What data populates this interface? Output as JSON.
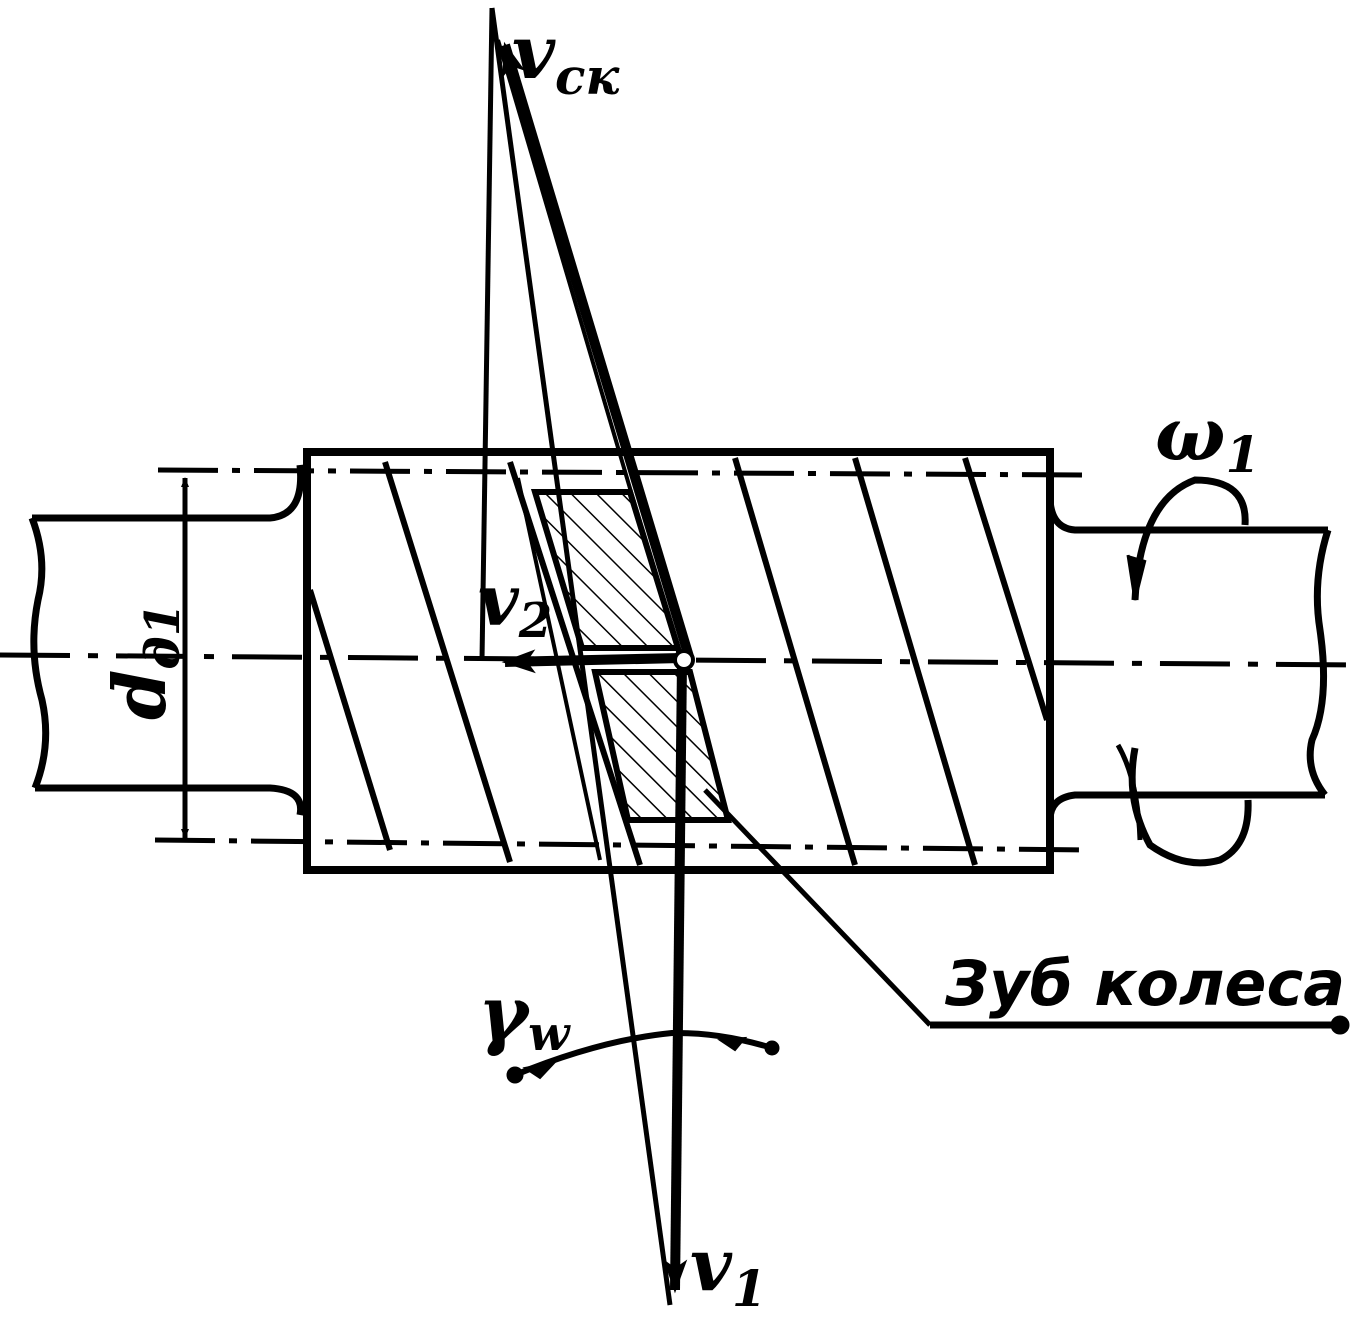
{
  "labels": {
    "v_sk_main": "v",
    "v_sk_sub": "ск",
    "v2_main": "v",
    "v2_sub": "2",
    "v1_main": "v",
    "v1_sub": "1",
    "omega_main": "ω",
    "omega_sub": "1",
    "d_main": "d",
    "d_sub": "д1",
    "gamma_main": "γ",
    "gamma_sub": "w",
    "tooth_label": "Зуб колеса"
  },
  "colors": {
    "ink": "#000000",
    "paper": "#ffffff"
  }
}
